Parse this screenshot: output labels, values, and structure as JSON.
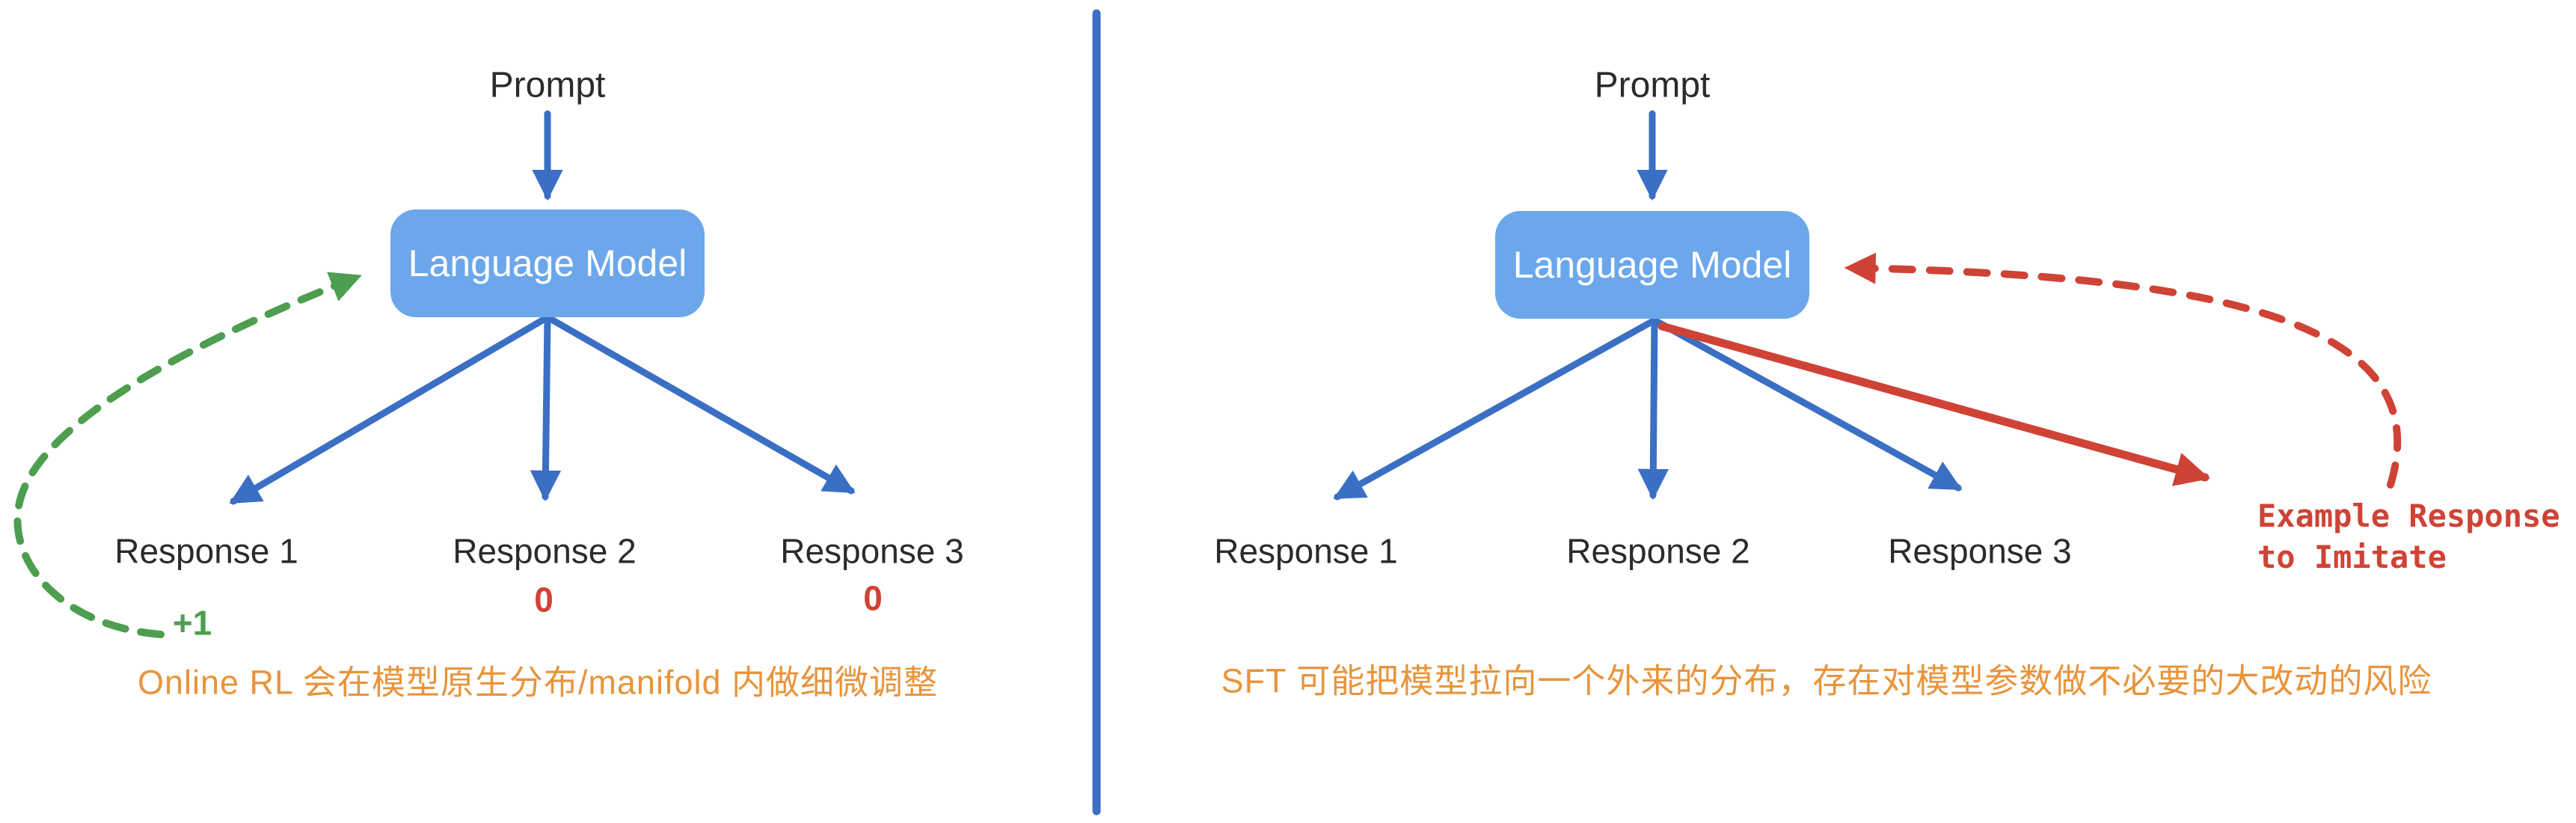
{
  "colors": {
    "arrow_blue": "#3a6fc4",
    "divider_blue": "#3a6fc4",
    "model_box_fill": "#6ba7ea",
    "model_box_text": "#ffffff",
    "reward_green": "#4d9e4f",
    "risk_red": "#cf4336",
    "caption_orange": "#e8943c",
    "label_text": "#2b2b2b",
    "background": "#ffffff"
  },
  "left": {
    "prompt": "Prompt",
    "model": "Language Model",
    "responses": [
      "Response 1",
      "Response 2",
      "Response 3"
    ],
    "reward_plus": "+1",
    "reward_zero_2": "0",
    "reward_zero_3": "0",
    "caption": "Online RL 会在模型原生分布/manifold 内做细微调整"
  },
  "right": {
    "prompt": "Prompt",
    "model": "Language Model",
    "responses": [
      "Response 1",
      "Response 2",
      "Response 3"
    ],
    "example_line1": "Example Response",
    "example_line2": "to Imitate",
    "caption": "SFT 可能把模型拉向一个外来的分布，存在对模型参数做不必要的大改动的风险"
  }
}
